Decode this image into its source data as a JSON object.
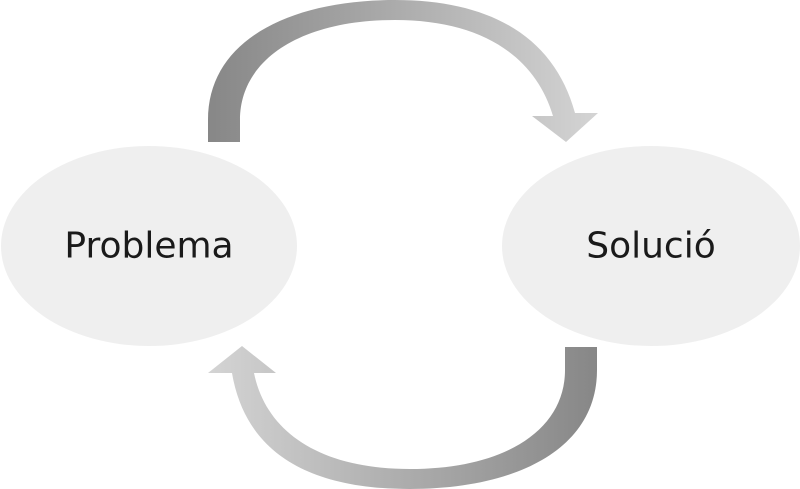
{
  "diagram": {
    "nodes": [
      {
        "id": "problem",
        "label": "Problema"
      },
      {
        "id": "solution",
        "label": "Solució"
      }
    ],
    "colors": {
      "node_fill": "#efefef",
      "arrow_dark": "#8a8a8a",
      "arrow_light": "#d1d1d1",
      "text": "#1a1a1a",
      "background": "#ffffff"
    }
  }
}
